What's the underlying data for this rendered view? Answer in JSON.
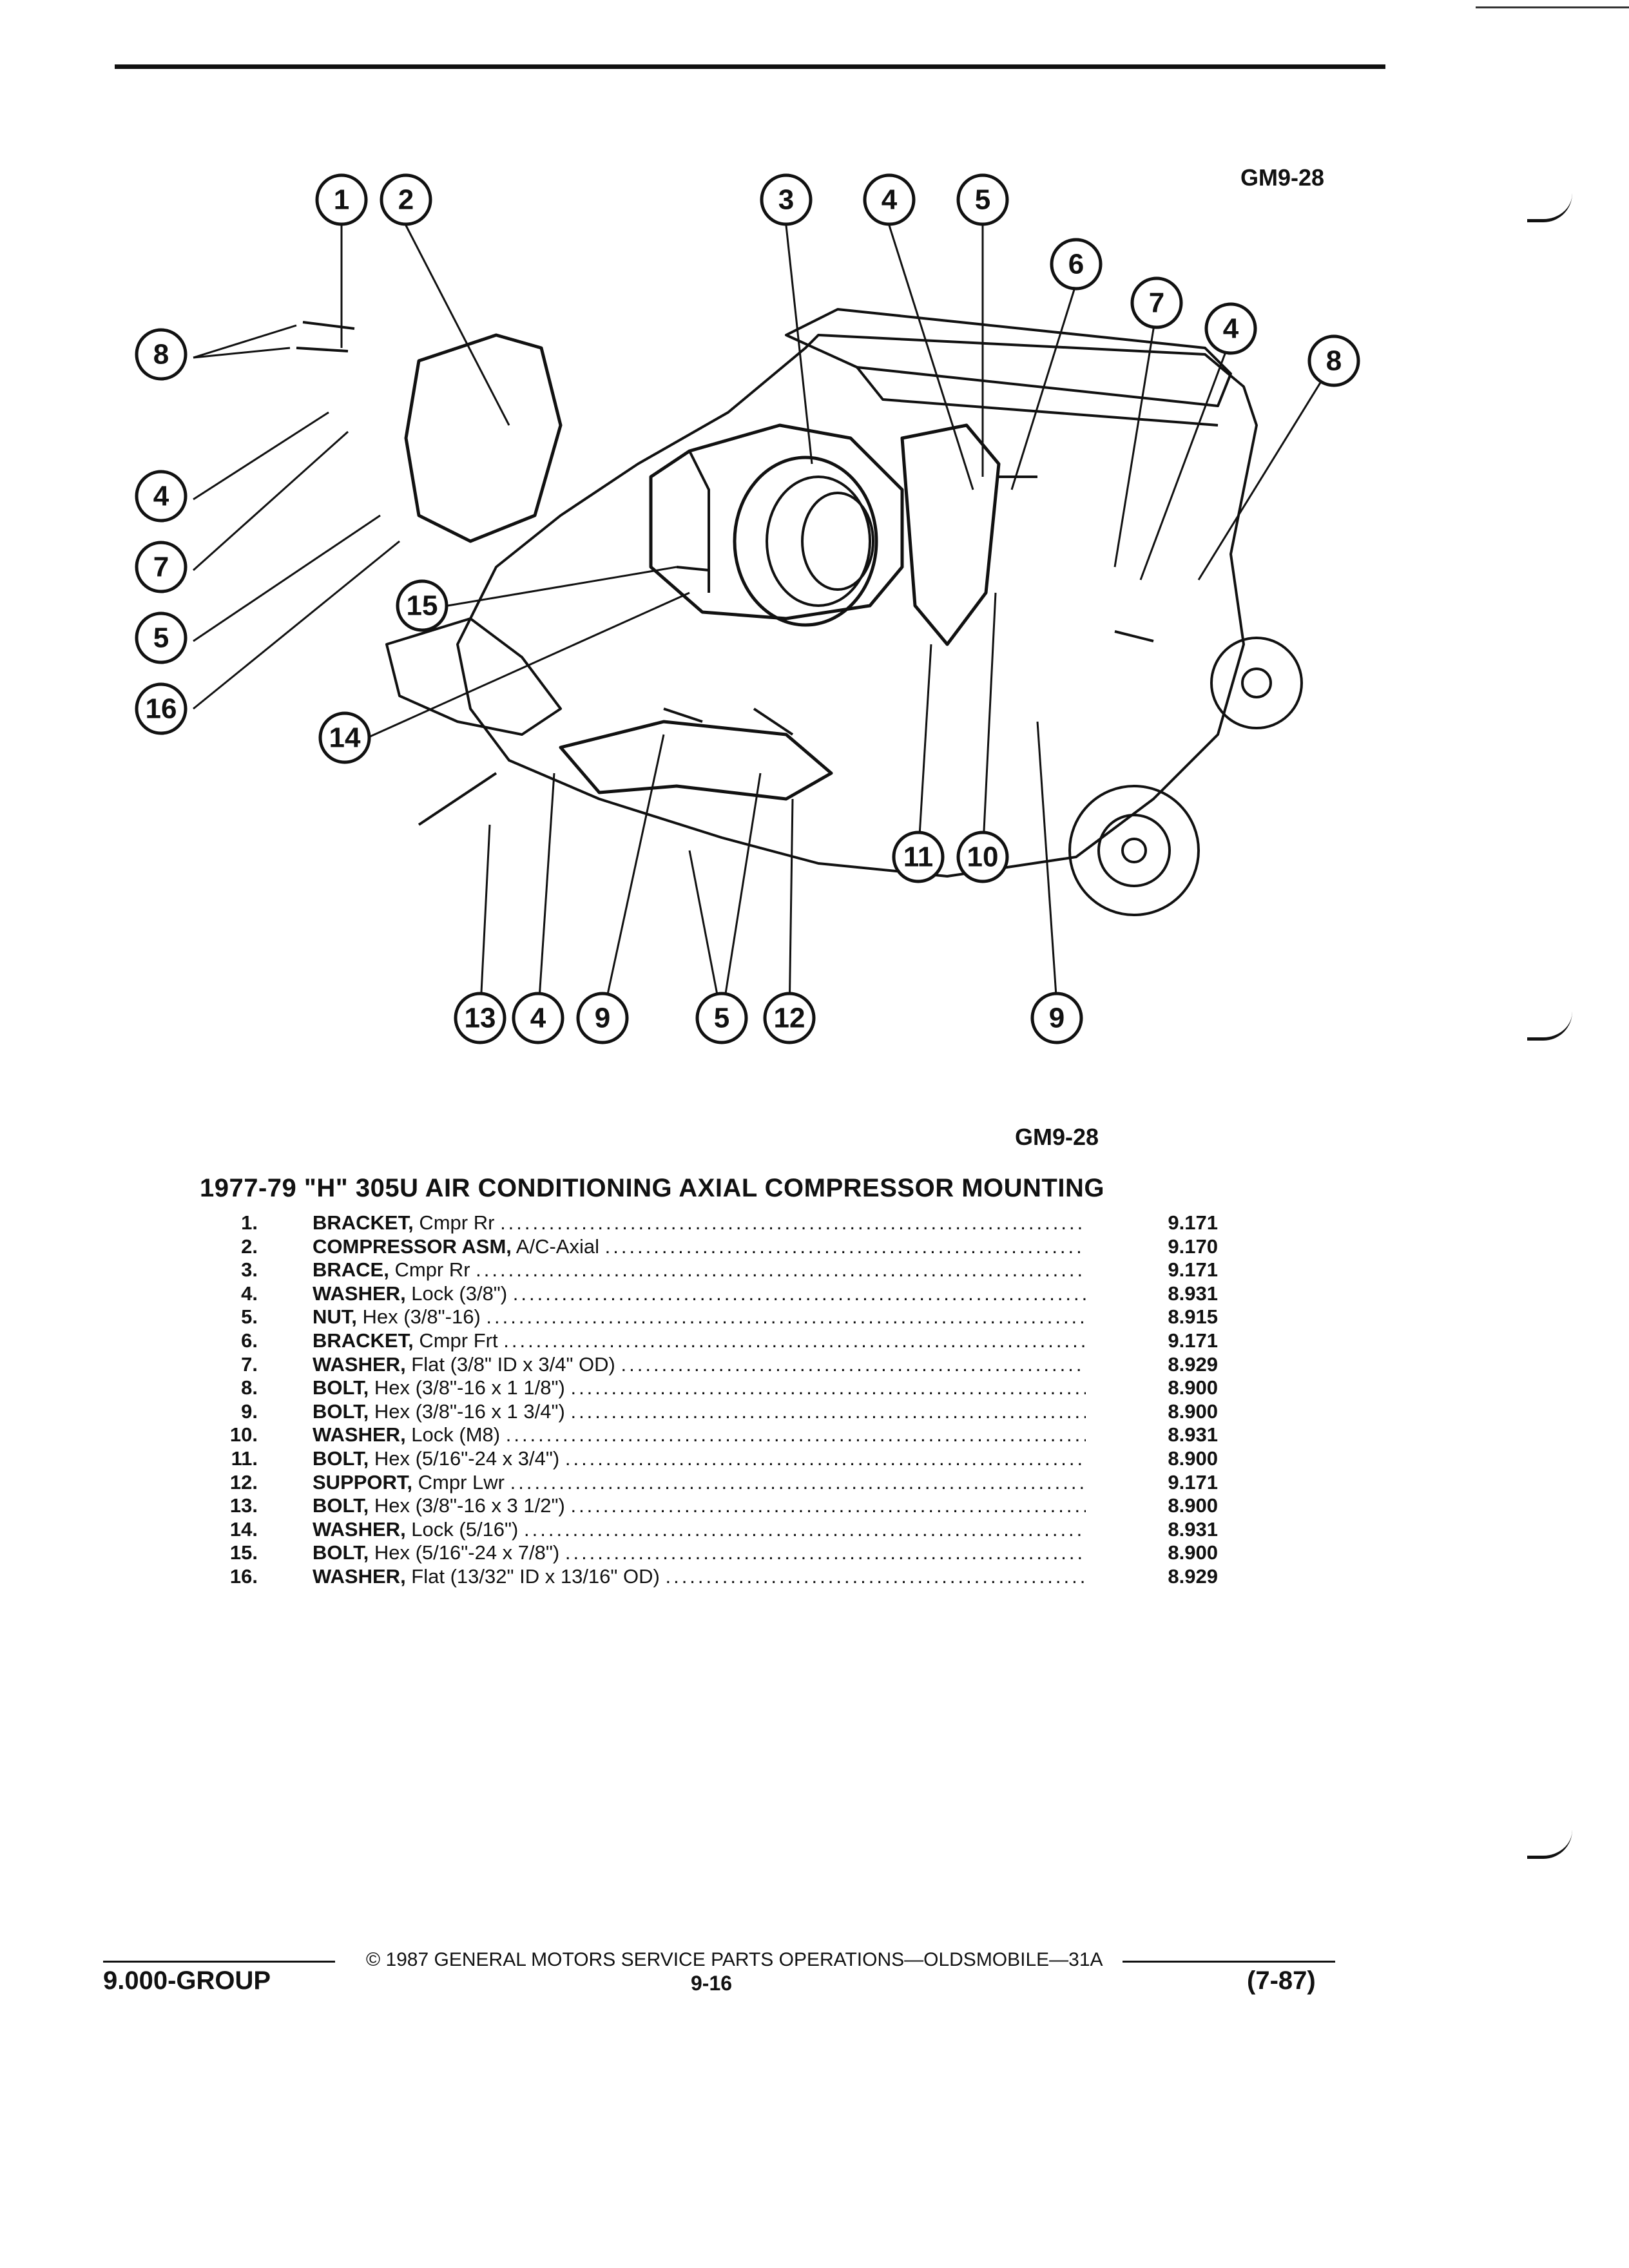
{
  "figure": {
    "code_top": "GM9-28",
    "code_bottom": "GM9-28",
    "callouts": [
      "1",
      "2",
      "3",
      "4",
      "5",
      "6",
      "7",
      "4",
      "8",
      "8",
      "4",
      "7",
      "5",
      "16",
      "15",
      "14",
      "11",
      "10",
      "13",
      "4",
      "9",
      "5",
      "12",
      "9"
    ]
  },
  "title": "1977-79 \"H\" 305U AIR CONDITIONING AXIAL COMPRESSOR MOUNTING",
  "parts": [
    {
      "num": "1.",
      "name": "BRACKET,",
      "spec": " Cmpr Rr",
      "ref": "9.171"
    },
    {
      "num": "2.",
      "name": "COMPRESSOR ASM,",
      "spec": " A/C-Axial",
      "ref": "9.170"
    },
    {
      "num": "3.",
      "name": "BRACE,",
      "spec": " Cmpr Rr",
      "ref": "9.171"
    },
    {
      "num": "4.",
      "name": "WASHER,",
      "spec": " Lock (3/8\")",
      "ref": "8.931"
    },
    {
      "num": "5.",
      "name": "NUT,",
      "spec": " Hex (3/8\"-16)",
      "ref": "8.915"
    },
    {
      "num": "6.",
      "name": "BRACKET,",
      "spec": " Cmpr Frt",
      "ref": "9.171"
    },
    {
      "num": "7.",
      "name": "WASHER,",
      "spec": " Flat (3/8\" ID x 3/4\" OD)",
      "ref": "8.929"
    },
    {
      "num": "8.",
      "name": "BOLT,",
      "spec": " Hex (3/8\"-16 x 1 1/8\")",
      "ref": "8.900"
    },
    {
      "num": "9.",
      "name": "BOLT,",
      "spec": " Hex (3/8\"-16 x 1 3/4\")",
      "ref": "8.900"
    },
    {
      "num": "10.",
      "name": "WASHER,",
      "spec": " Lock (M8)",
      "ref": "8.931"
    },
    {
      "num": "11.",
      "name": "BOLT,",
      "spec": " Hex (5/16\"-24 x 3/4\")",
      "ref": "8.900"
    },
    {
      "num": "12.",
      "name": "SUPPORT,",
      "spec": " Cmpr Lwr",
      "ref": "9.171"
    },
    {
      "num": "13.",
      "name": "BOLT,",
      "spec": " Hex (3/8\"-16 x 3 1/2\")",
      "ref": "8.900"
    },
    {
      "num": "14.",
      "name": "WASHER,",
      "spec": " Lock (5/16\")",
      "ref": "8.931"
    },
    {
      "num": "15.",
      "name": "BOLT,",
      "spec": " Hex (5/16\"-24 x 7/8\")",
      "ref": "8.900"
    },
    {
      "num": "16.",
      "name": "WASHER,",
      "spec": " Flat (13/32\" ID x 13/16\" OD)",
      "ref": "8.929"
    }
  ],
  "footer": {
    "copyright": "© 1987 GENERAL MOTORS SERVICE PARTS OPERATIONS—OLDSMOBILE—31A",
    "group": "9.000-GROUP",
    "page": "9-16",
    "revision": "(7-87)"
  }
}
